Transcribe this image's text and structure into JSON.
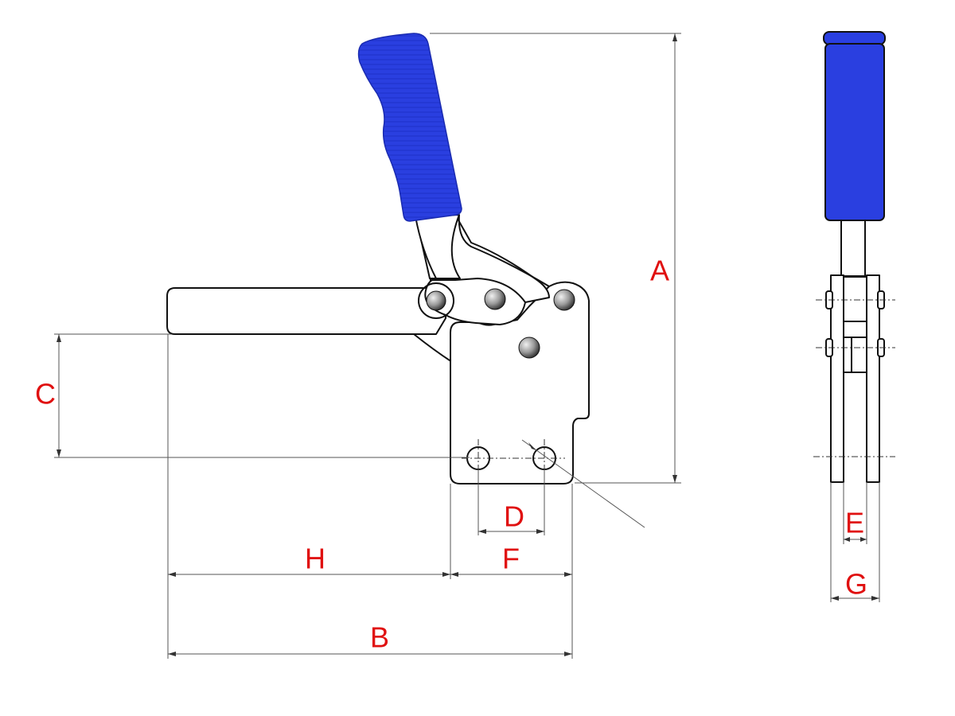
{
  "labels": {
    "A": "A",
    "B": "B",
    "C": "C",
    "D": "D",
    "E": "E",
    "F": "F",
    "G": "G",
    "H": "H"
  },
  "colors": {
    "handle": "#2a3fe0",
    "handle_dark": "#1a2bb0",
    "label": "#e01010",
    "pin_light": "#e6e6e6",
    "pin_dark": "#3a3a3a"
  }
}
